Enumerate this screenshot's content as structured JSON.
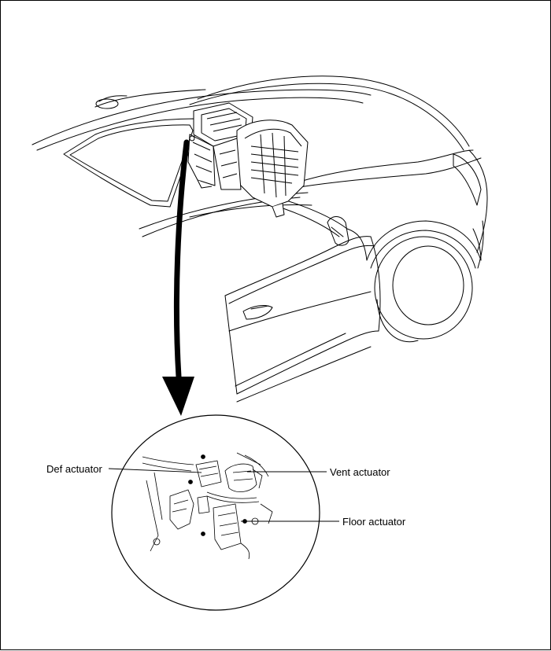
{
  "callouts": {
    "def_actuator": "Def actuator",
    "vent_actuator": "Vent actuator",
    "floor_actuator": "Floor actuator"
  },
  "colors": {
    "line": "#000000",
    "background": "#ffffff"
  }
}
